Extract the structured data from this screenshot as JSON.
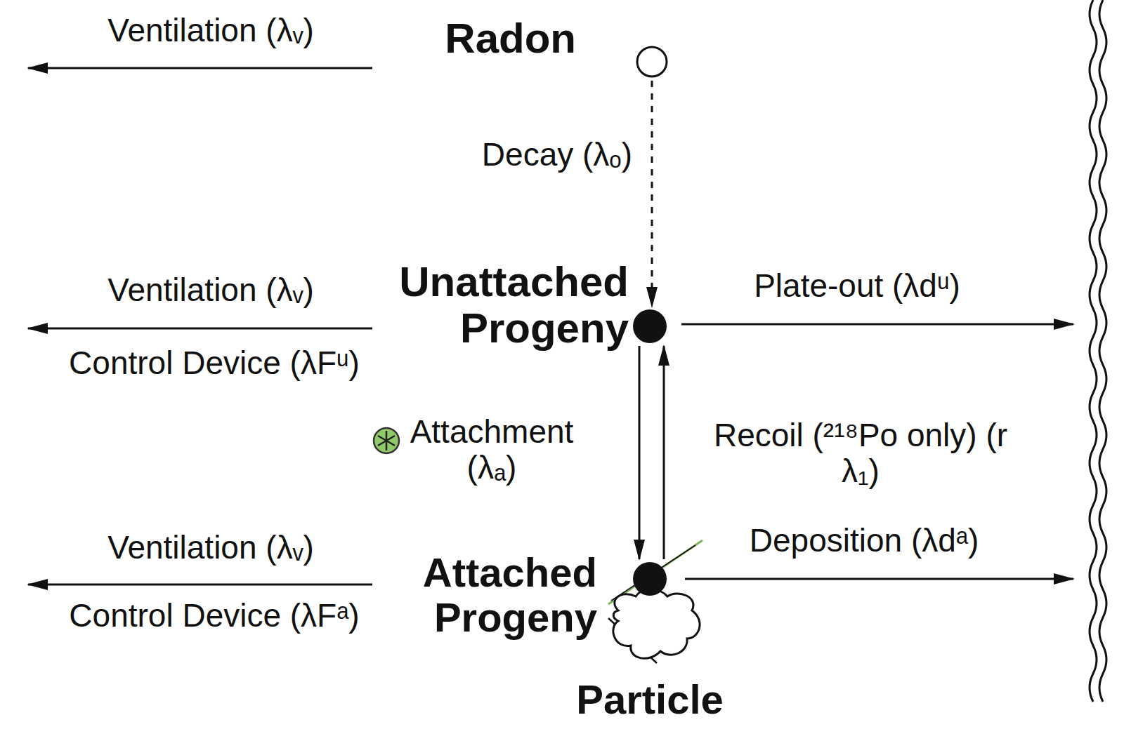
{
  "diagram": {
    "nodes": [
      {
        "text": [
          "Radon"
        ]
      },
      {
        "text": [
          "Unattached Progeny"
        ]
      },
      {
        "text": [
          "Attached Progeny",
          "Particle"
        ]
      }
    ],
    "edges": [
      {
        "from": 0,
        "to": 1,
        "arrow": "to",
        "label": "Decay (λₒ)"
      },
      {
        "from": 1,
        "to": 2,
        "arrow": "to",
        "label": "Attachment (λₐ)"
      },
      {
        "from": 2,
        "to": 1,
        "arrow": "to",
        "label": "Recoil (²¹⁸Po only) (r λ₁)"
      }
    ],
    "labels": [
      "Ventilation (λᵥ)",
      "Ventilation (λᵥ)",
      "Control Device (λFᵘ)",
      "Plate-out (λdᵘ)",
      "Ventilation (λᵥ)",
      "Control Device (λFᵃ)",
      "Deposition (λdᵃ)"
    ]
  }
}
